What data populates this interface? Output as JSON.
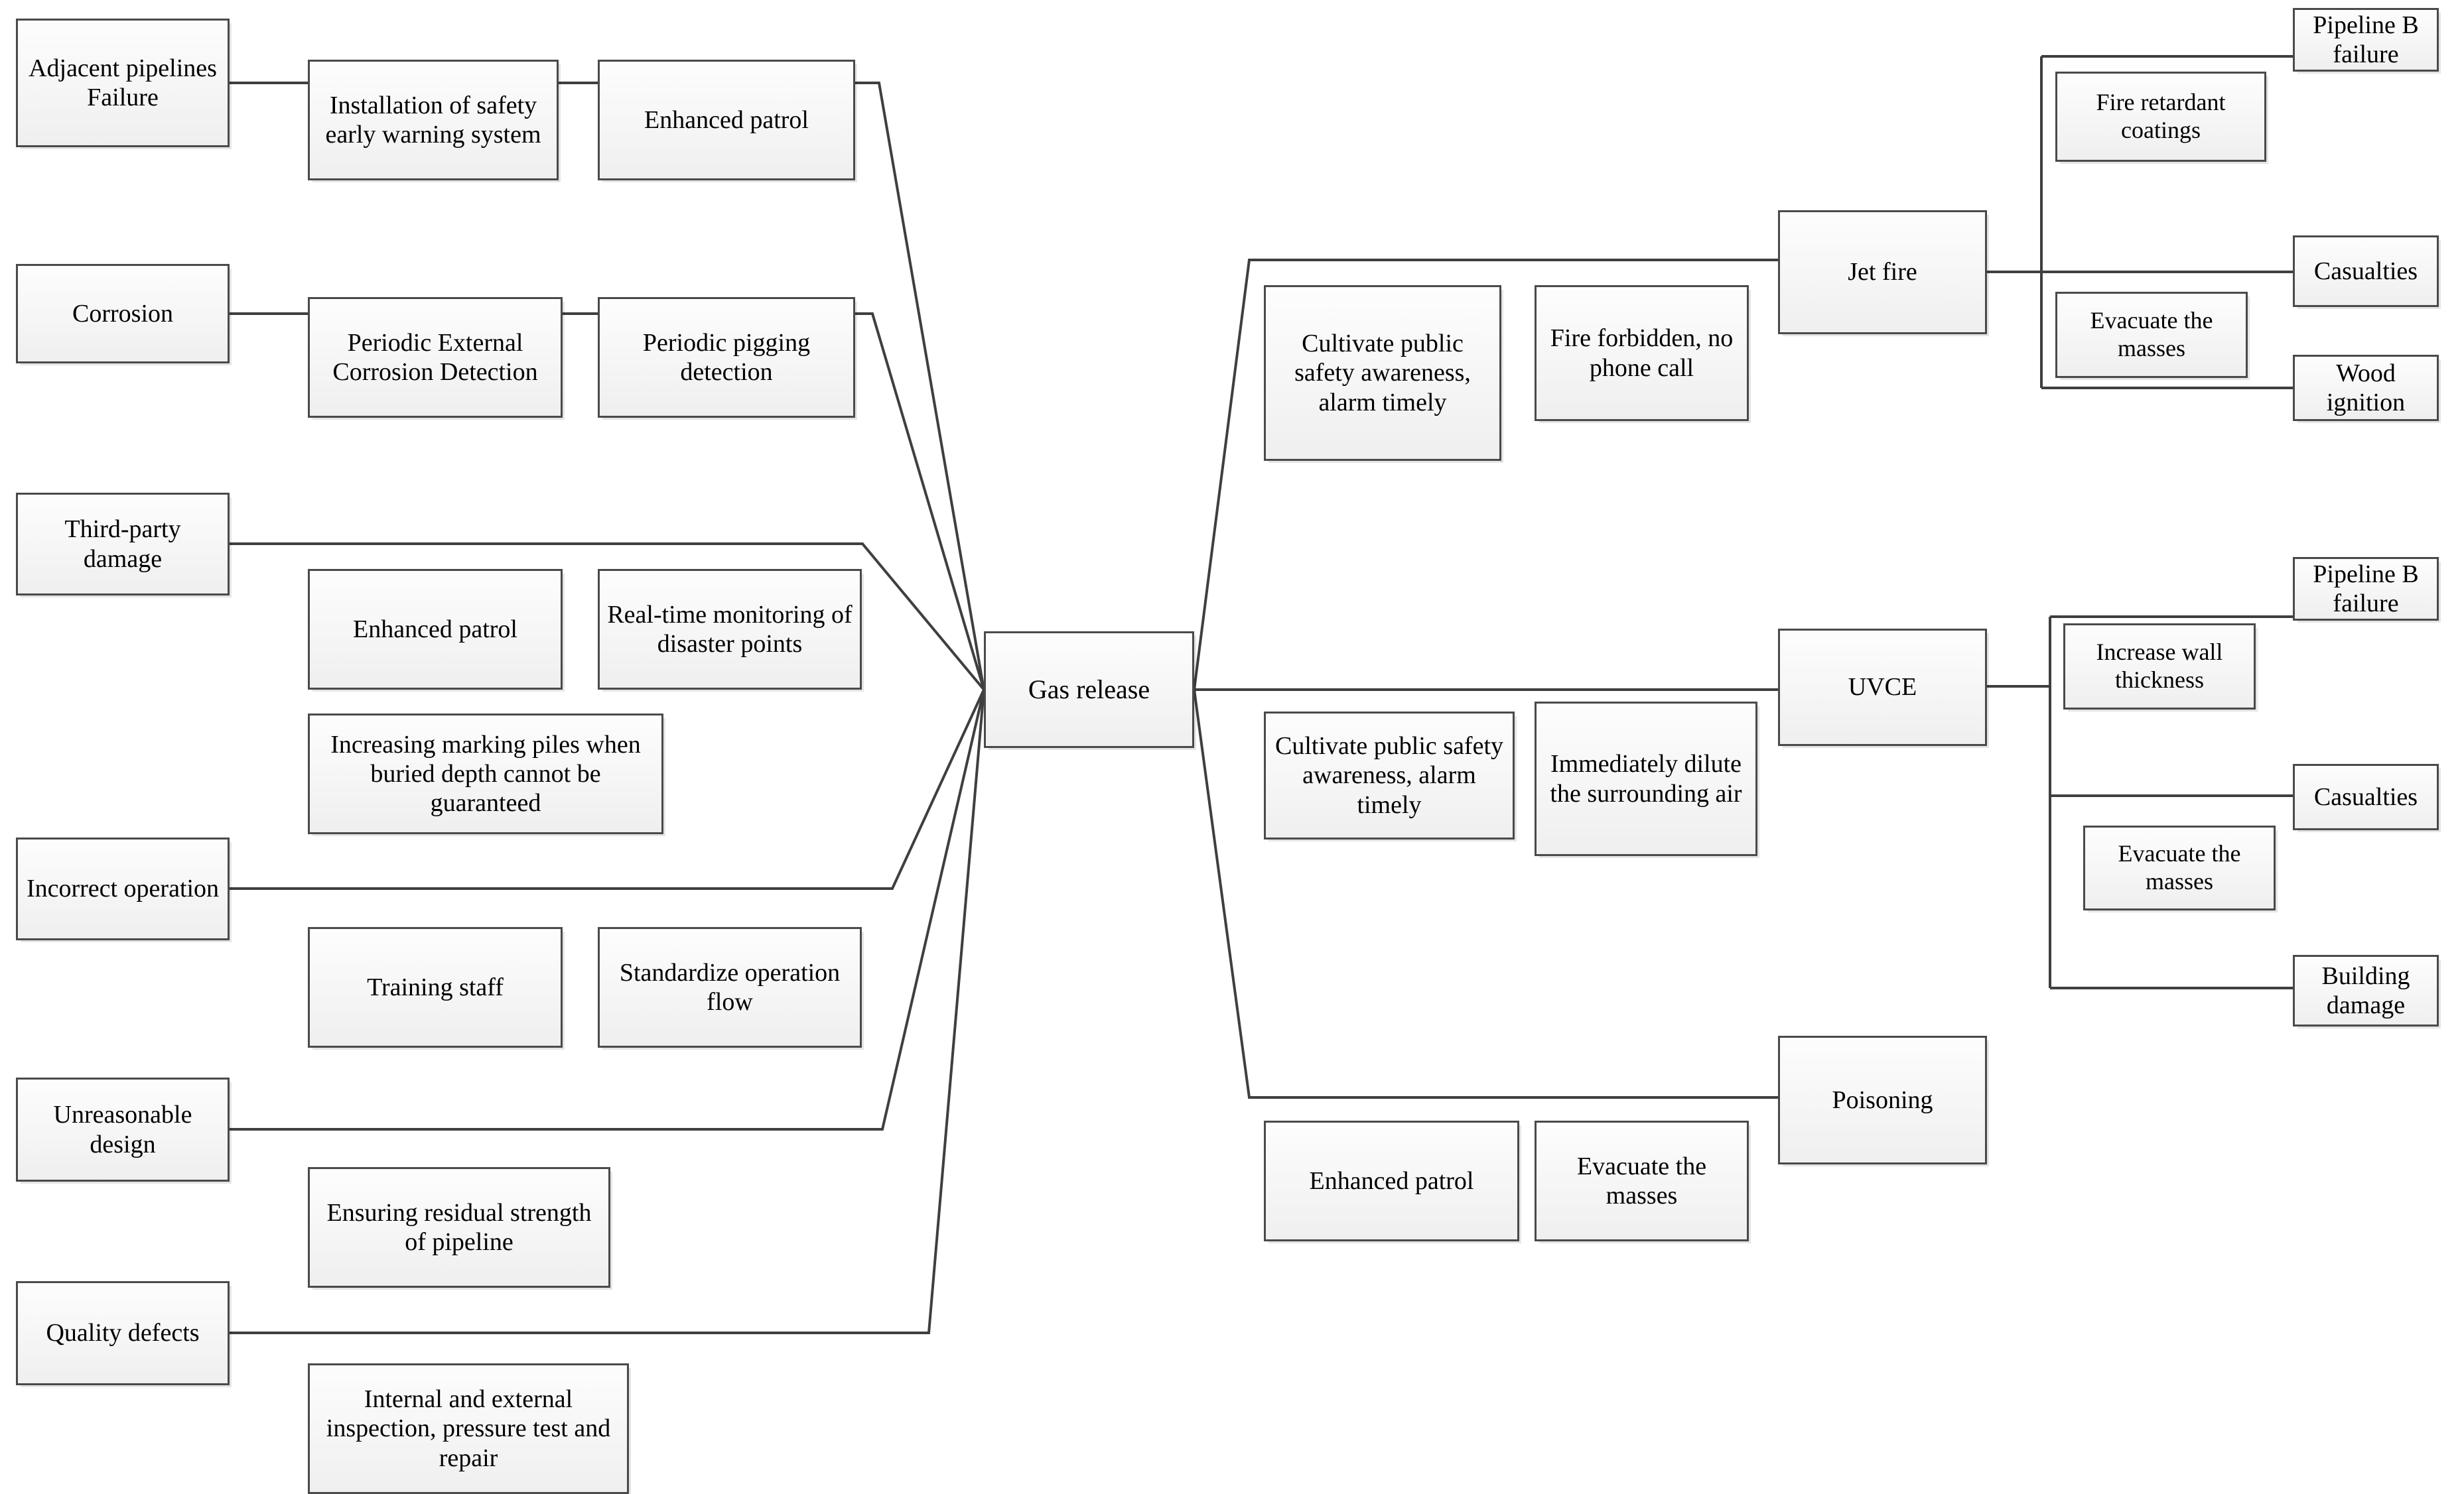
{
  "diagram": {
    "type": "bowtie-risk-diagram",
    "center_event": "Gas release"
  },
  "center": {
    "label": "Gas release"
  },
  "threats": [
    {
      "id": "threat-adjacent-pipelines-failure",
      "label": "Adjacent pipelines Failure"
    },
    {
      "id": "threat-corrosion",
      "label": "Corrosion"
    },
    {
      "id": "threat-third-party-damage",
      "label": "Third-party damage"
    },
    {
      "id": "threat-incorrect-operation",
      "label": "Incorrect operation"
    },
    {
      "id": "threat-unreasonable-design",
      "label": "Unreasonable design"
    },
    {
      "id": "threat-quality-defects",
      "label": "Quality defects"
    }
  ],
  "preventive_barriers": [
    {
      "id": "barrier-installation-safety-early-warning-system",
      "label": "Installation of safety early warning system"
    },
    {
      "id": "barrier-enhanced-patrol-1",
      "label": "Enhanced patrol"
    },
    {
      "id": "barrier-periodic-external-corrosion-detection",
      "label": "Periodic External Corrosion Detection"
    },
    {
      "id": "barrier-periodic-pigging-detection",
      "label": "Periodic pigging detection"
    },
    {
      "id": "barrier-enhanced-patrol-2",
      "label": "Enhanced patrol"
    },
    {
      "id": "barrier-real-time-monitoring-disaster-points",
      "label": "Real-time monitoring of disaster points"
    },
    {
      "id": "barrier-increasing-marking-piles",
      "label": "Increasing marking piles when buried depth cannot be guaranteed"
    },
    {
      "id": "barrier-training-staff",
      "label": "Training staff"
    },
    {
      "id": "barrier-standardize-operation-flow",
      "label": "Standardize operation flow"
    },
    {
      "id": "barrier-ensuring-residual-strength",
      "label": "Ensuring residual strength of pipeline"
    },
    {
      "id": "barrier-internal-external-inspection",
      "label": "Internal and external inspection, pressure test and repair"
    }
  ],
  "mitigative_barriers": [
    {
      "id": "barrier-cultivate-public-safety-awareness-1",
      "label": "Cultivate public safety awareness, alarm timely"
    },
    {
      "id": "barrier-fire-forbidden-no-phone-call",
      "label": "Fire forbidden, no phone call"
    },
    {
      "id": "barrier-cultivate-public-safety-awareness-2",
      "label": "Cultivate public safety awareness, alarm timely"
    },
    {
      "id": "barrier-immediately-dilute-surrounding-air",
      "label": "Immediately dilute the surrounding air"
    },
    {
      "id": "barrier-enhanced-patrol-3",
      "label": "Enhanced patrol"
    },
    {
      "id": "barrier-evacuate-the-masses-1",
      "label": "Evacuate the masses"
    }
  ],
  "consequences": [
    {
      "id": "consequence-jet-fire",
      "label": "Jet fire"
    },
    {
      "id": "consequence-uvce",
      "label": "UVCE"
    },
    {
      "id": "consequence-poisoning",
      "label": "Poisoning"
    }
  ],
  "jet_fire_branch": {
    "recovery_barriers": [
      {
        "id": "barrier-fire-retardant-coatings",
        "label": "Fire retardant coatings"
      },
      {
        "id": "barrier-evacuate-the-masses-2",
        "label": "Evacuate the masses"
      }
    ],
    "outcomes": [
      {
        "id": "outcome-pipeline-b-failure-1",
        "label": "Pipeline B failure"
      },
      {
        "id": "outcome-casualties-1",
        "label": "Casualties"
      },
      {
        "id": "outcome-wood-ignition",
        "label": "Wood ignition"
      }
    ]
  },
  "uvce_branch": {
    "recovery_barriers": [
      {
        "id": "barrier-increase-wall-thickness",
        "label": "Increase wall thickness"
      },
      {
        "id": "barrier-evacuate-the-masses-3",
        "label": "Evacuate the masses"
      }
    ],
    "outcomes": [
      {
        "id": "outcome-pipeline-b-failure-2",
        "label": "Pipeline B failure"
      },
      {
        "id": "outcome-casualties-2",
        "label": "Casualties"
      },
      {
        "id": "outcome-building-damage",
        "label": "Building damage"
      }
    ]
  },
  "colors": {
    "node_border": "#4a4a4a",
    "node_fill_top": "#fdfdfd",
    "node_fill_bottom": "#efefef",
    "line": "#3f3f3f",
    "text": "#000000",
    "background": "#ffffff"
  }
}
